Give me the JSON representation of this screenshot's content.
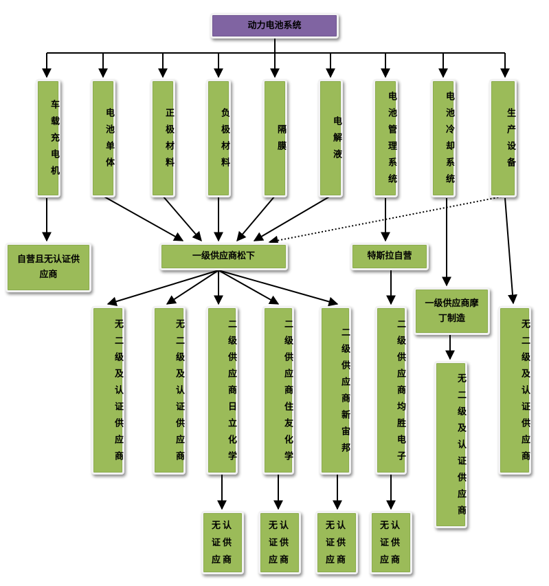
{
  "title": "动力电池系统",
  "components": [
    "车载充电机",
    "电池单体",
    "正极材料",
    "负极材料",
    "隔膜",
    "电解液",
    "电池管理系统",
    "电池冷却系统",
    "生产设备"
  ],
  "tier1": {
    "charger": "自营且无认证供应商",
    "panasonic": "一级供应商松下",
    "tesla": "特斯拉自营",
    "modine": "一级供应商摩丁制造"
  },
  "tier2": {
    "none_a": "无二级及认证供应商",
    "none_b": "无二级及认证供应商",
    "hitachi": "二级供应商日立化学",
    "sumitomo": "二级供应商住友化学",
    "shinzhou": "二级供应商新宙邦",
    "joyson": "二级供应商均胜电子",
    "modine_none": "无二级及认证供应商",
    "equip_none": "无二级及认证供应商"
  },
  "tier3": [
    "无认证供应商",
    "无认证供应商",
    "无认证供应商",
    "无认证供应商"
  ]
}
